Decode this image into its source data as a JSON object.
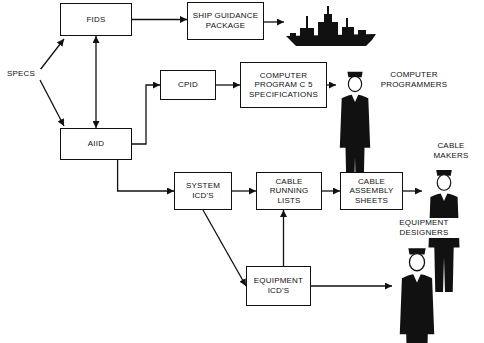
{
  "diagram": {
    "nodes": [
      {
        "text": [
          "FIDS"
        ]
      },
      {
        "text": [
          "SHIP GUIDANCE PACKAGE"
        ]
      },
      {
        "text": [
          "CPID"
        ]
      },
      {
        "text": [
          "COMPUTER PROGRAM C 5 SPECIFICATIONS"
        ]
      },
      {
        "text": [
          "AIID"
        ]
      },
      {
        "text": [
          "SYSTEM ICD'S"
        ]
      },
      {
        "text": [
          "CABLE RUNNING LISTS"
        ]
      },
      {
        "text": [
          "CABLE ASSEMBLY SHEETS"
        ]
      },
      {
        "text": [
          "EQUIPMENT ICD'S"
        ]
      }
    ],
    "edges": [
      {
        "from": 0,
        "to": 1,
        "arrow": "to"
      },
      {
        "from": 0,
        "to": 4,
        "arrow": "both"
      },
      {
        "from": 4,
        "to": 2,
        "arrow": "to"
      },
      {
        "from": 2,
        "to": 3,
        "arrow": "to"
      },
      {
        "from": 4,
        "to": 5,
        "arrow": "to"
      },
      {
        "from": 5,
        "to": 6,
        "arrow": "to"
      },
      {
        "from": 5,
        "to": 8,
        "arrow": "to"
      },
      {
        "from": 8,
        "to": 6,
        "arrow": "to"
      },
      {
        "from": 6,
        "to": 7,
        "arrow": "to"
      }
    ],
    "labels": [
      "SPECS",
      "COMPUTER PROGRAMMERS",
      "CABLE MAKERS",
      "EQUIPMENT DESIGNERS"
    ]
  }
}
